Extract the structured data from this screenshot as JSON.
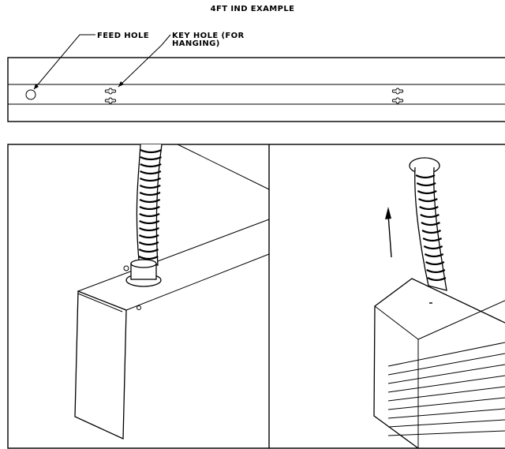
{
  "title": "4FT IND EXAMPLE",
  "callouts": {
    "feed_hole": "FEED HOLE",
    "key_hole_line1": "KEY HOLE (FOR",
    "key_hole_line2": "HANGING)"
  },
  "colors": {
    "ink": "#000000",
    "paper": "#ffffff"
  }
}
